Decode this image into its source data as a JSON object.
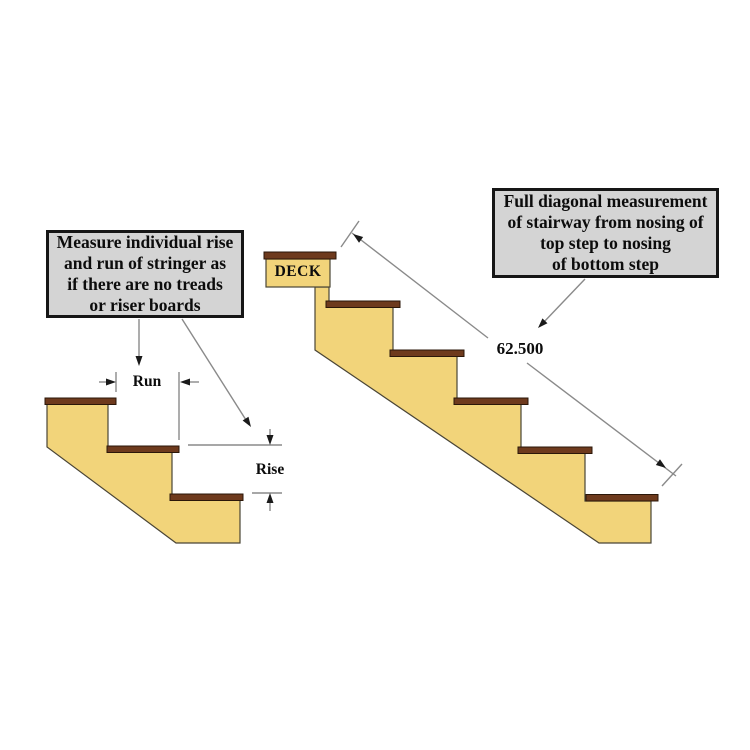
{
  "callouts": {
    "left": {
      "lines": [
        "Measure individual rise",
        "and run of stringer as",
        "if there are no treads",
        "or riser boards"
      ]
    },
    "right": {
      "lines": [
        "Full diagonal measurement",
        "of stairway from nosing of",
        "top step to nosing",
        "of bottom step"
      ]
    }
  },
  "left_stair": {
    "run_label": "Run",
    "rise_label": "Rise",
    "tread_count": 3
  },
  "right_stair": {
    "deck_label": "DECK",
    "diagonal_value": "62.500",
    "tread_count": 5
  },
  "colors": {
    "background": "#FFFFFF",
    "stringer_fill": "#F2D47A",
    "stringer_stroke": "#4A4536",
    "tread_fill": "#6E3A1D",
    "tread_stroke": "#2B1709",
    "callout_fill": "#D4D4D4",
    "callout_border": "#161616",
    "dim_line": "#8A8A8A",
    "arrow": "#1A1A1A",
    "text": "#0C0C0C"
  }
}
